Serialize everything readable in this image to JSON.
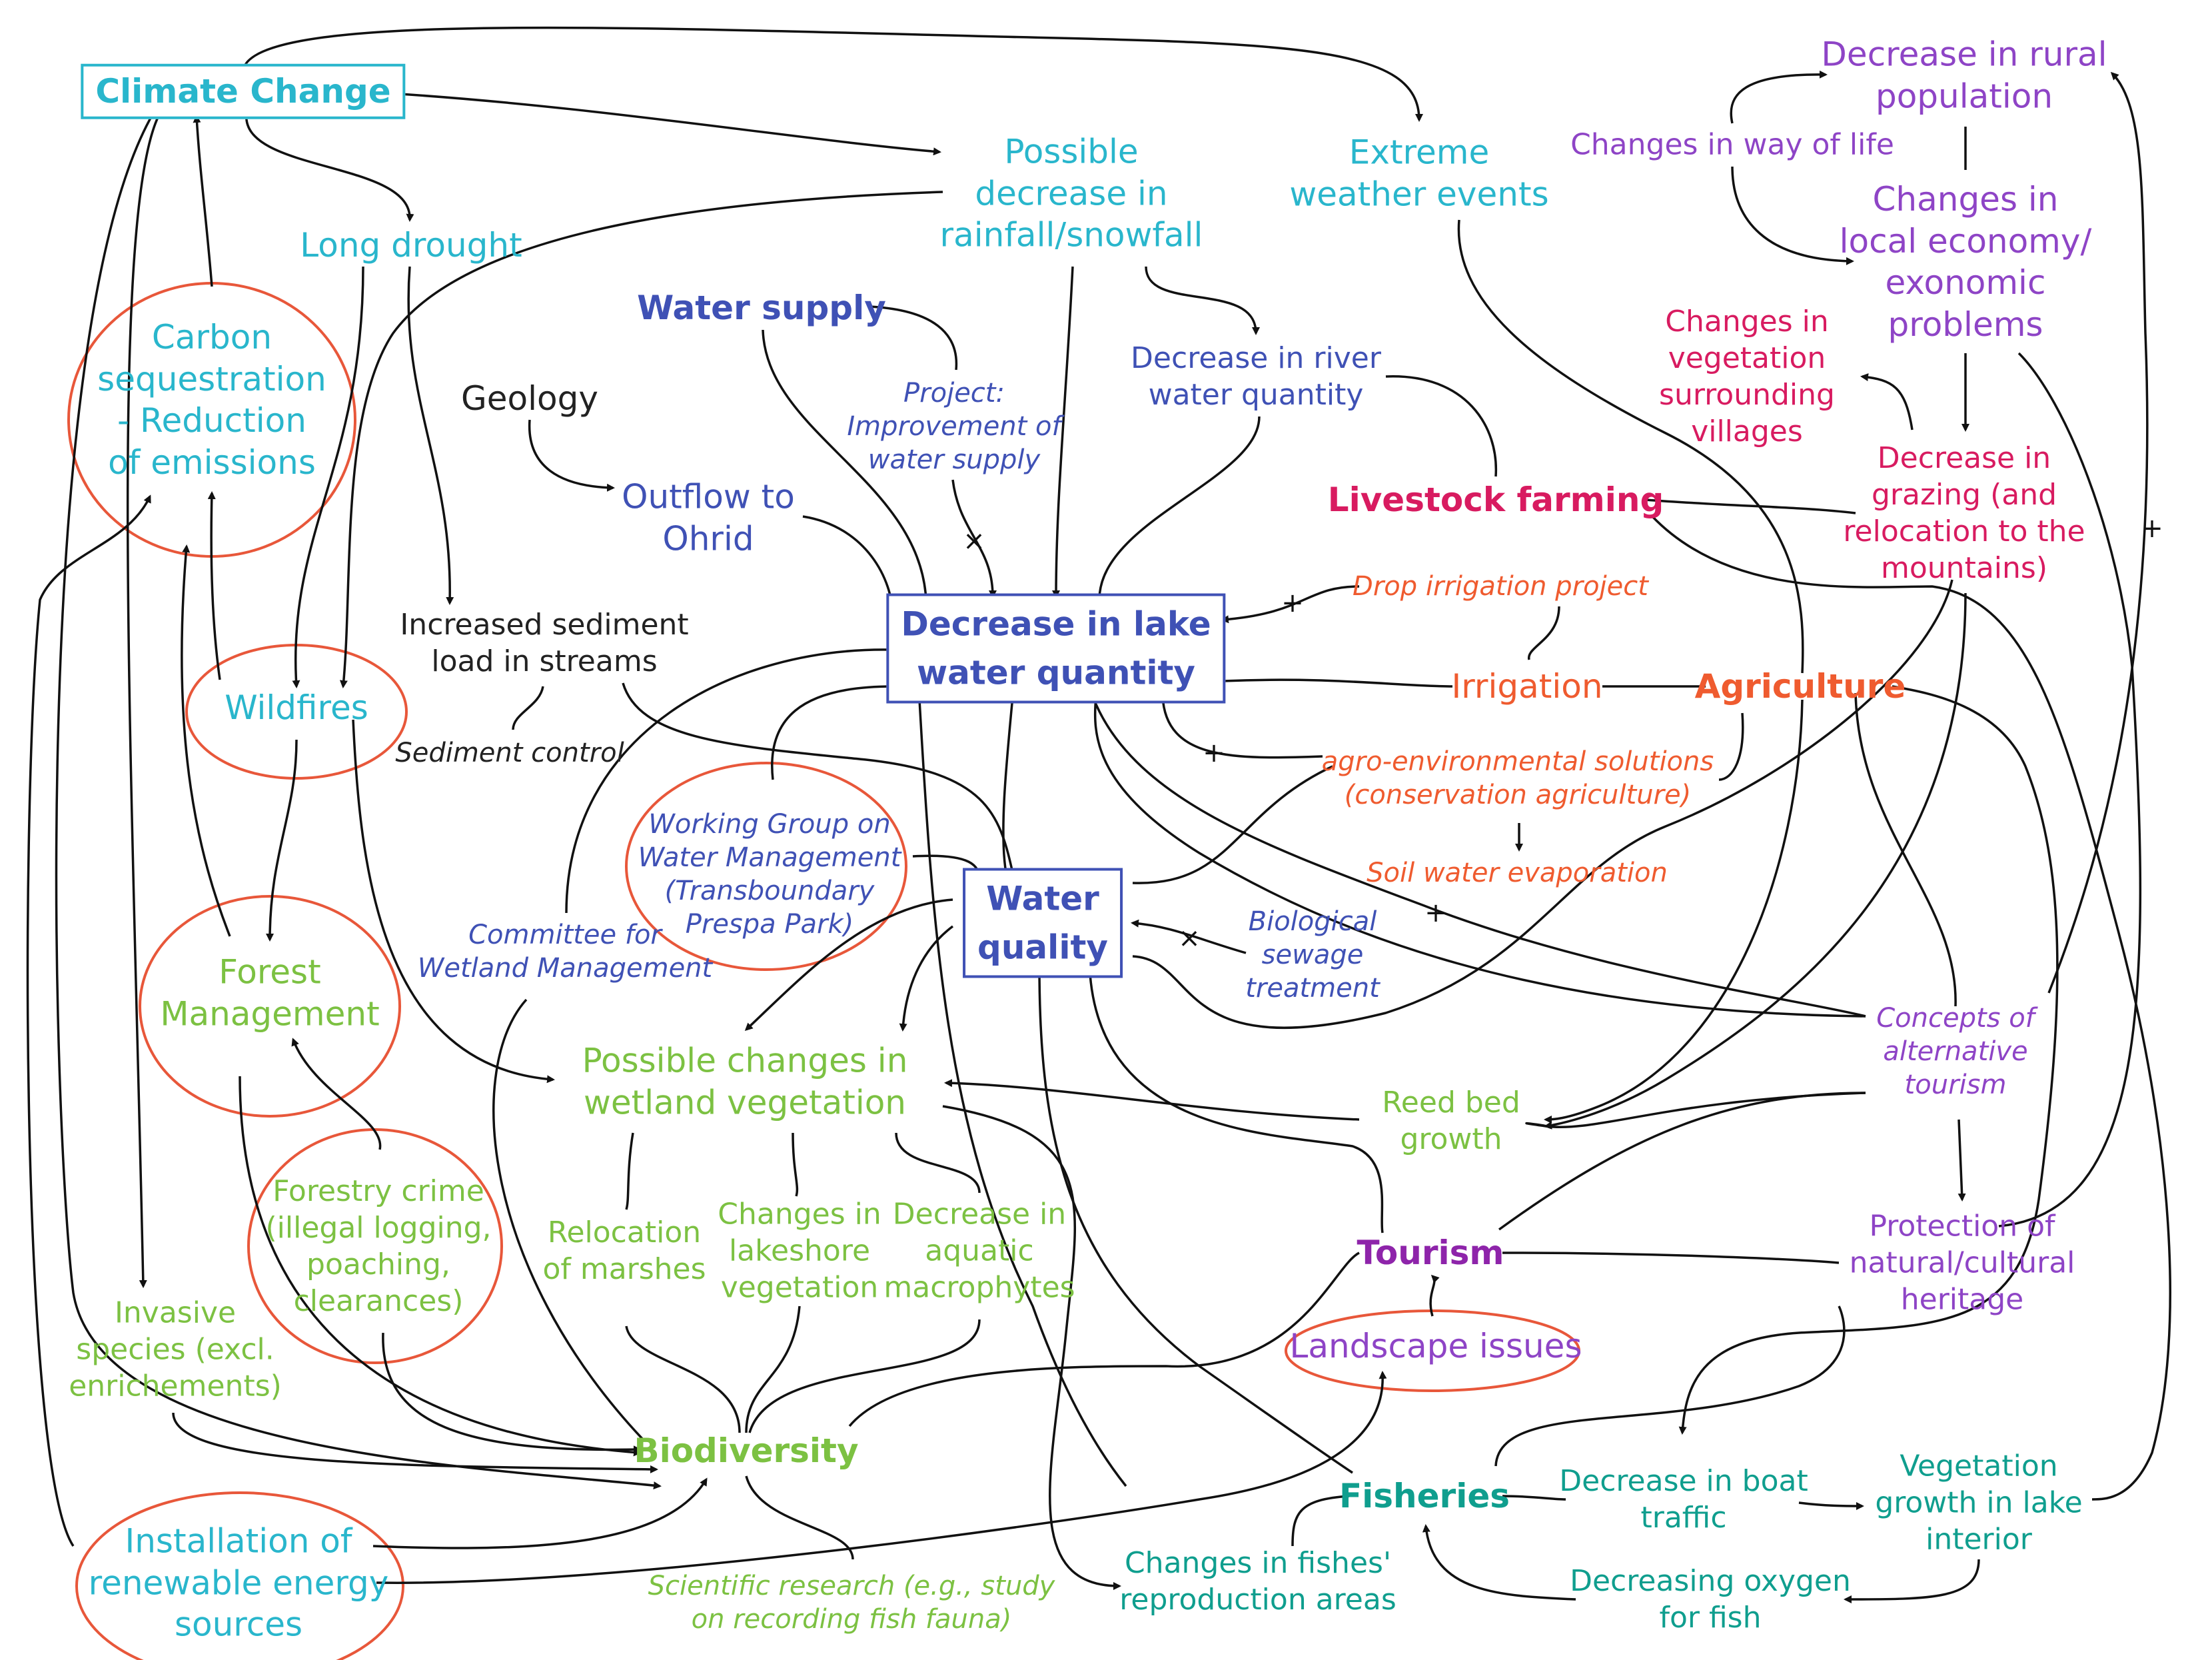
{
  "colors": {
    "cyan": "#29b6cc",
    "indigo": "#3f51b5",
    "purple": "#8e44c6",
    "magenta": "#d81b60",
    "orange": "#ef5b2f",
    "green": "#7cc142",
    "teal": "#0f9e8e",
    "dark": "#222222",
    "red_circle": "#e8573a"
  },
  "signs": [
    "+",
    "+",
    "+",
    "+",
    "×",
    "×",
    "×"
  ],
  "nodes": {
    "climate_change": "Climate Change",
    "long_drought": "Long drought",
    "possible_decrease_rainfall": [
      "Possible",
      "decrease in",
      "rainfall/snowfall"
    ],
    "extreme_weather": [
      "Extreme",
      "weather events"
    ],
    "decrease_rural_population": [
      "Decrease in rural",
      "population"
    ],
    "changes_way_of_life": "Changes in way of life",
    "changes_local_economy": [
      "Changes in",
      "local economy/",
      "exonomic",
      "problems"
    ],
    "changes_vegetation_villages": [
      "Changes in",
      "vegetation",
      "surrounding",
      "villages"
    ],
    "decrease_grazing": [
      "Decrease in",
      "grazing (and",
      "relocation to the",
      "mountains)"
    ],
    "carbon_sequestration": [
      "Carbon",
      "sequestration",
      "- Reduction",
      "of emissions"
    ],
    "water_supply": "Water supply",
    "project_water_supply": [
      "Project:",
      "Improvement of",
      "water supply"
    ],
    "geology": "Geology",
    "outflow_ohrid": [
      "Outflow to",
      "Ohrid"
    ],
    "decrease_river_water": [
      "Decrease in river",
      "water quantity"
    ],
    "livestock_farming": "Livestock farming",
    "drop_irrigation": "Drop irrigation project",
    "increased_sediment": [
      "Increased sediment",
      "load in streams"
    ],
    "sediment_control": "Sediment control",
    "decrease_lake_water": [
      "Decrease in lake",
      "water quantity"
    ],
    "irrigation": "Irrigation",
    "agriculture": "Agriculture",
    "agro_environmental": [
      "agro-environmental solutions",
      "(conservation agriculture)"
    ],
    "soil_water_evaporation": "Soil water evaporation",
    "wildfires": "Wildfires",
    "working_group": [
      "Working Group on",
      "Water Management",
      "(Transboundary",
      "Prespa Park)"
    ],
    "water_quality": [
      "Water",
      "quality"
    ],
    "biological_sewage": [
      "Biological",
      "sewage",
      "treatment"
    ],
    "committee_wetland": [
      "Committee for",
      "Wetland Management"
    ],
    "forest_management": [
      "Forest",
      "Management"
    ],
    "possible_changes_wetland": [
      "Possible changes in",
      "wetland vegetation"
    ],
    "reed_bed": [
      "Reed bed",
      "growth"
    ],
    "concepts_tourism": [
      "Concepts of",
      "alternative",
      "tourism"
    ],
    "forestry_crime": [
      "Forestry crime",
      "(illegal logging,",
      "poaching,",
      "clearances)"
    ],
    "relocation_marshes": [
      "Relocation",
      "of marshes"
    ],
    "changes_lakeshore": [
      "Changes in",
      "lakeshore",
      "vegetation"
    ],
    "decrease_macrophytes": [
      "Decrease in",
      "aquatic",
      "macrophytes"
    ],
    "tourism": "Tourism",
    "protection_heritage": [
      "Protection of",
      "natural/cultural",
      "heritage"
    ],
    "invasive_species": [
      "Invasive",
      "species (excl.",
      "enrichements)"
    ],
    "landscape_issues": "Landscape issues",
    "biodiversity": "Biodiversity",
    "fisheries": "Fisheries",
    "decrease_boat_traffic": [
      "Decrease in boat",
      "traffic"
    ],
    "vegetation_lake_interior": [
      "Vegetation",
      "growth in lake",
      "interior"
    ],
    "installation_renewable": [
      "Installation of",
      "renewable energy",
      "sources"
    ],
    "scientific_research": [
      "Scientific research (e.g., study",
      "on recording fish fauna)"
    ],
    "changes_fishes_reproduction": [
      "Changes in fishes'",
      "reproduction areas"
    ],
    "decreasing_oxygen": [
      "Decreasing oxygen",
      "for fish"
    ]
  }
}
